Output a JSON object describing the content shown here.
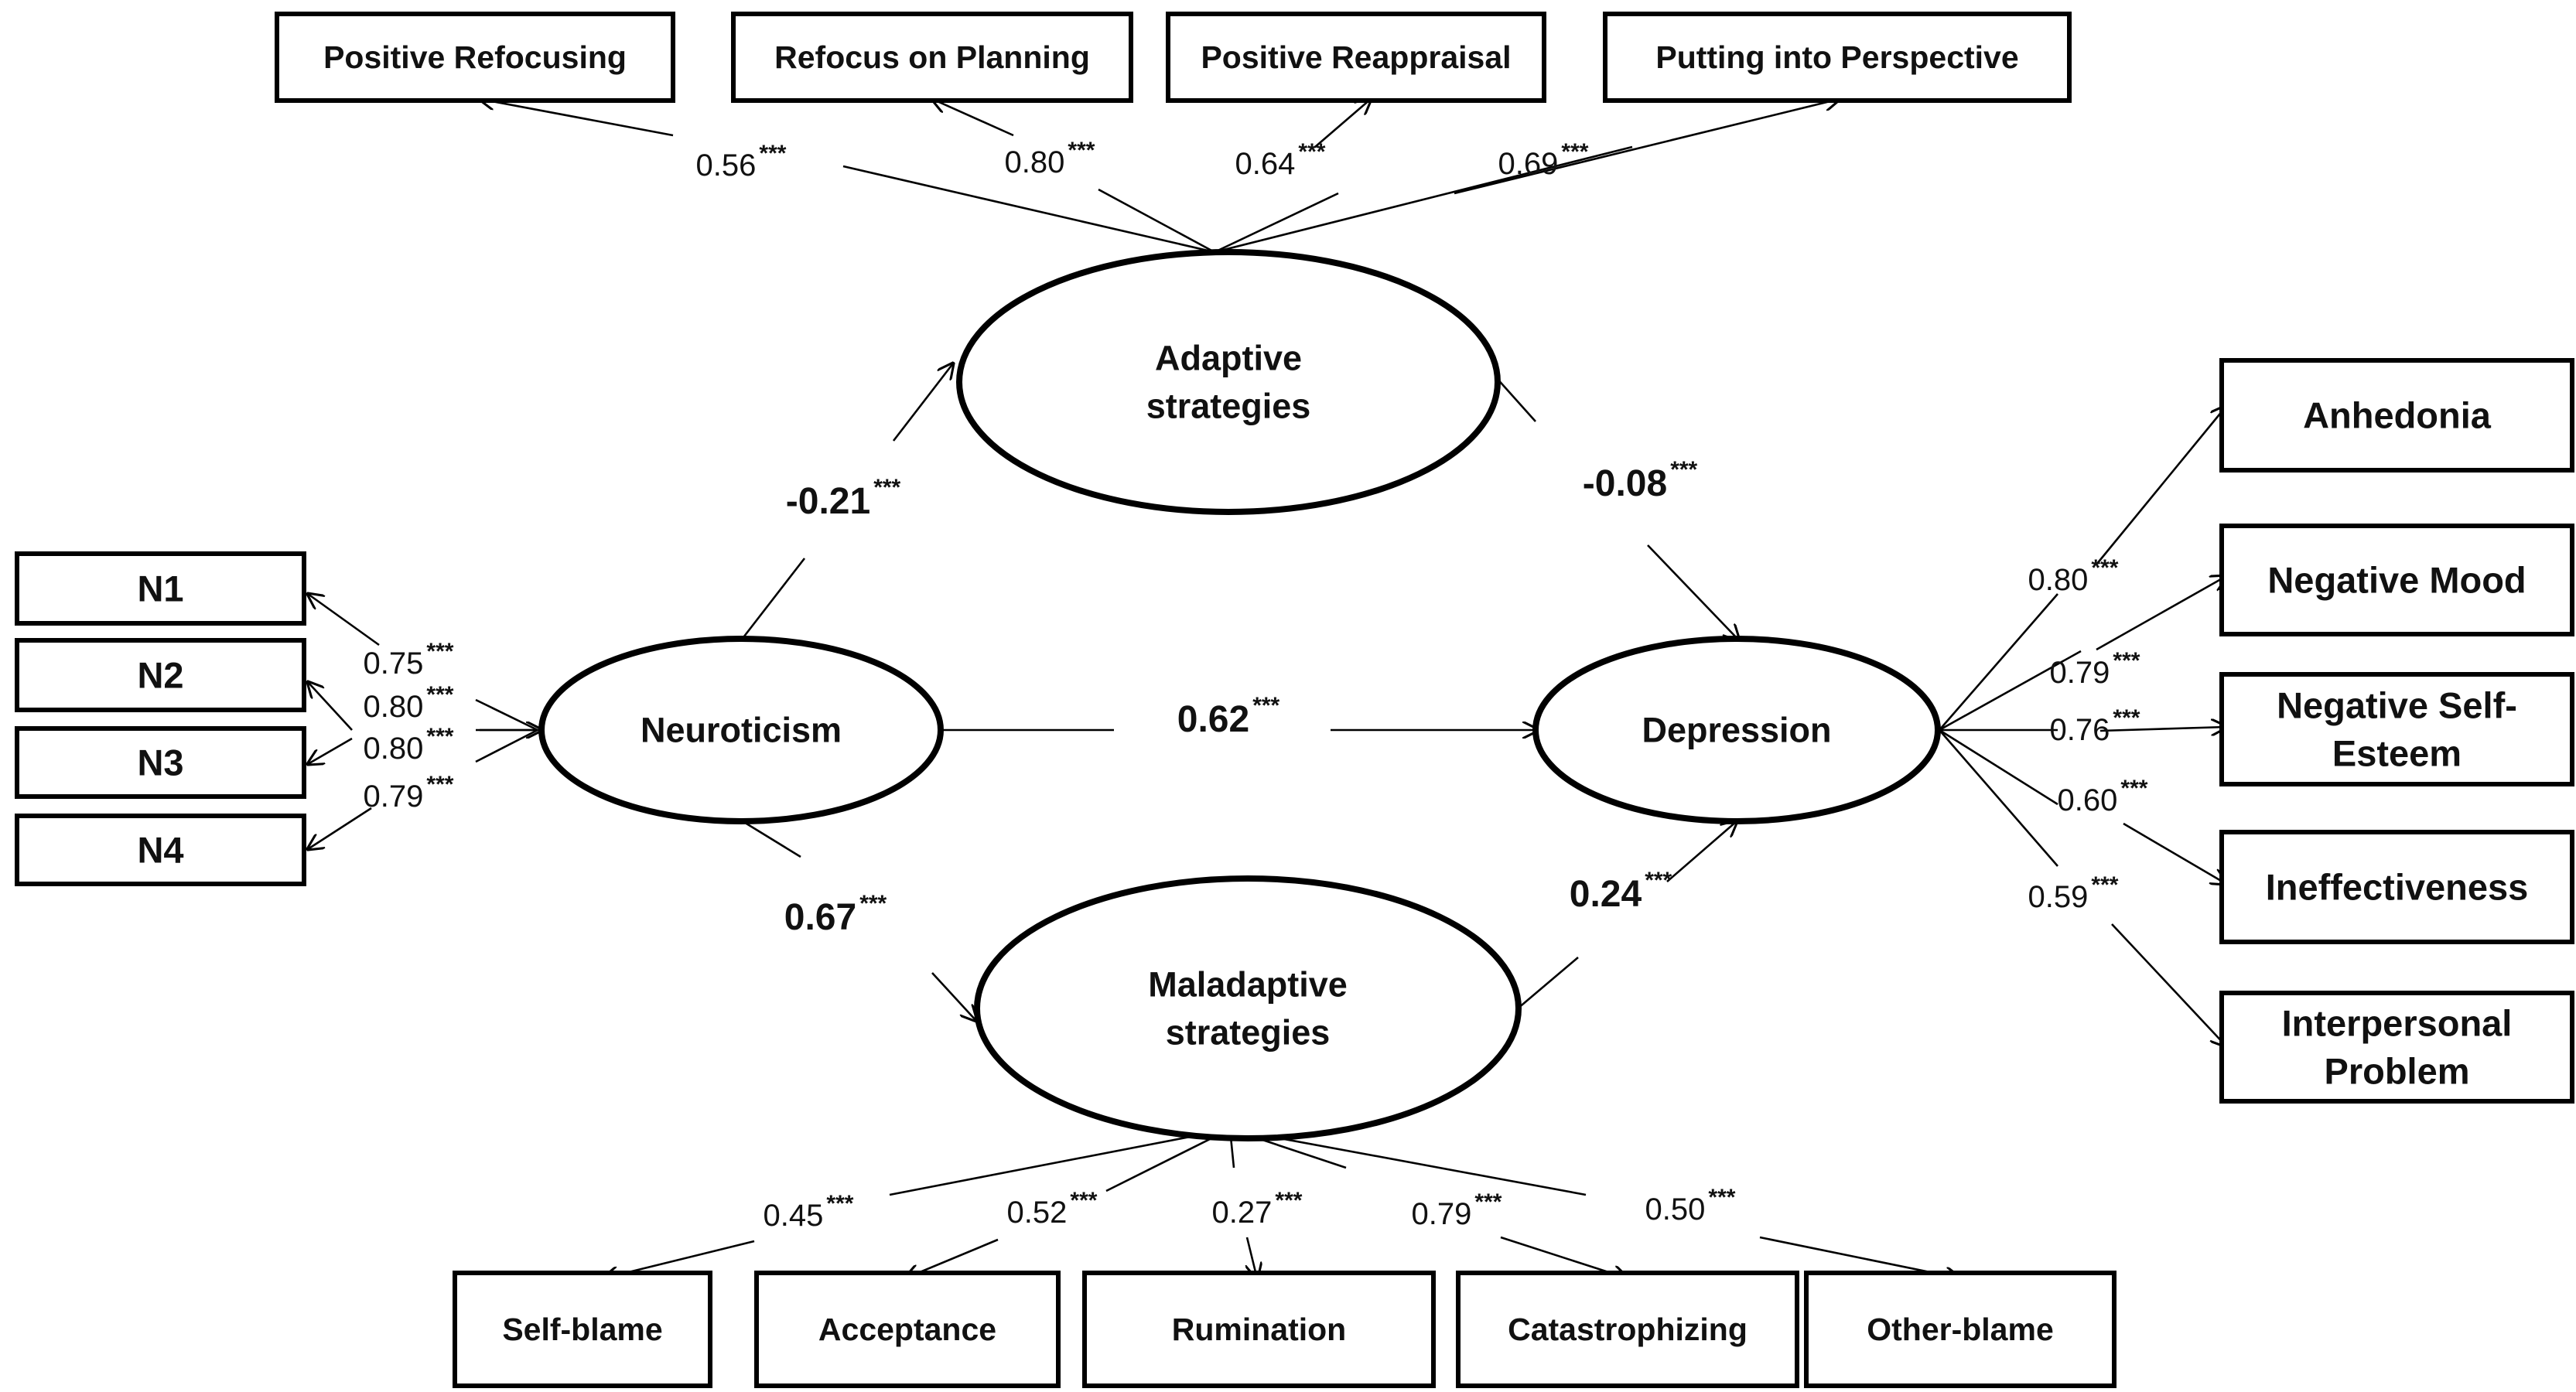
{
  "latent": {
    "neuroticism": "Neuroticism",
    "adaptive": [
      "Adaptive",
      "strategies"
    ],
    "maladaptive": [
      "Maladaptive",
      "strategies"
    ],
    "depression": "Depression"
  },
  "adaptive_indicators": [
    {
      "label": "Positive Refocusing",
      "loading": "0.56",
      "sig": "***"
    },
    {
      "label": "Refocus on Planning",
      "loading": "0.80",
      "sig": "***"
    },
    {
      "label": "Positive Reappraisal",
      "loading": "0.64",
      "sig": "***"
    },
    {
      "label": "Putting into Perspective",
      "loading": "0.69",
      "sig": "***"
    }
  ],
  "maladaptive_indicators": [
    {
      "label": "Self-blame",
      "loading": "0.45",
      "sig": "***"
    },
    {
      "label": "Acceptance",
      "loading": "0.52",
      "sig": "***"
    },
    {
      "label": "Rumination",
      "loading": "0.27",
      "sig": "***"
    },
    {
      "label": "Catastrophizing",
      "loading": "0.79",
      "sig": "***"
    },
    {
      "label": "Other-blame",
      "loading": "0.50",
      "sig": "***"
    }
  ],
  "neuroticism_indicators": [
    {
      "label": "N1",
      "loading": "0.75",
      "sig": "***"
    },
    {
      "label": "N2",
      "loading": "0.80",
      "sig": "***"
    },
    {
      "label": "N3",
      "loading": "0.80",
      "sig": "***"
    },
    {
      "label": "N4",
      "loading": "0.79",
      "sig": "***"
    }
  ],
  "depression_indicators": [
    {
      "label": [
        "Anhedonia"
      ],
      "loading": "0.80",
      "sig": "***"
    },
    {
      "label": [
        "Negative Mood"
      ],
      "loading": "0.79",
      "sig": "***"
    },
    {
      "label": [
        "Negative Self-",
        "Esteem"
      ],
      "loading": "0.76",
      "sig": "***"
    },
    {
      "label": [
        "Ineffectiveness"
      ],
      "loading": "0.60",
      "sig": "***"
    },
    {
      "label": [
        "Interpersonal",
        "Problem"
      ],
      "loading": "0.59",
      "sig": "***"
    }
  ],
  "paths": {
    "neuroticism_adaptive": {
      "value": "-0.21",
      "sig": "***"
    },
    "adaptive_depression": {
      "value": "-0.08",
      "sig": "***"
    },
    "neuroticism_depression": {
      "value": "0.62",
      "sig": "***"
    },
    "neuroticism_maladaptive": {
      "value": "0.67",
      "sig": "***"
    },
    "maladaptive_depression": {
      "value": "0.24",
      "sig": "***"
    }
  }
}
